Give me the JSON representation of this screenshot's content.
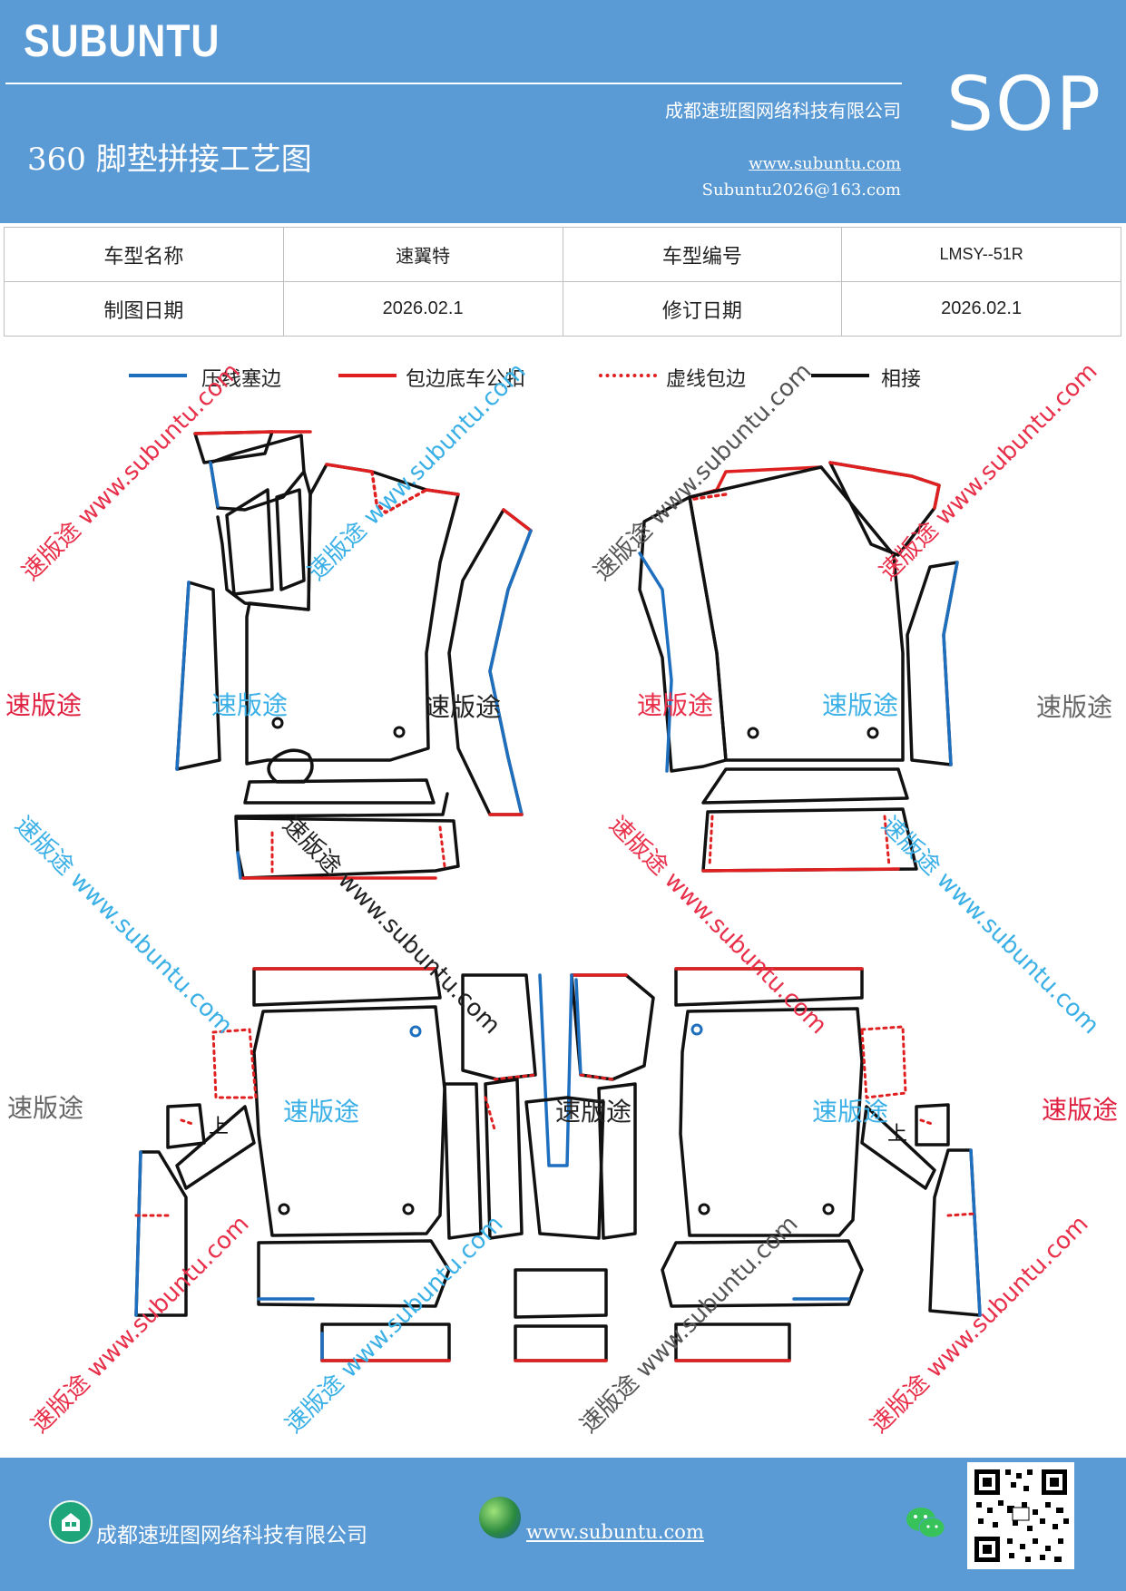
{
  "header": {
    "brand": "SUBUNTU",
    "company": "成都速班图网络科技有限公司",
    "title": "360 脚垫拼接工艺图",
    "url": "www.subuntu.com",
    "email": "Subuntu2026@163.com",
    "doc_type": "SOP"
  },
  "info_table": {
    "rows": [
      {
        "label1": "车型名称",
        "value1": "速翼特",
        "label2": "车型编号",
        "value2": "LMSY--51R"
      },
      {
        "label1": "制图日期",
        "value1": "2026.02.1",
        "label2": "修订日期",
        "value2": "2026.02.1"
      }
    ]
  },
  "legend": [
    {
      "label": "压线塞边",
      "color": "#1f6fbf",
      "style": "solid"
    },
    {
      "label": "包边底车公扣",
      "color": "#e02020",
      "style": "solid"
    },
    {
      "label": "虚线包边",
      "color": "#e02020",
      "style": "dotted"
    },
    {
      "label": "相接",
      "color": "#111111",
      "style": "solid"
    }
  ],
  "watermarks": {
    "brand_cn": "速版途",
    "diag": "速版途 www.subuntu.com",
    "url_diag": "www.subuntu.com"
  },
  "labels": {
    "up_marker": "上"
  },
  "colors": {
    "header_bg": "#5b9bd5",
    "blue_line": "#1f6fbf",
    "red_line": "#e02020",
    "black_line": "#111111",
    "wm_red": "#e8304a",
    "wm_blue": "#3ab0e6",
    "wm_gray": "#666666"
  },
  "footer": {
    "company": "成都速班图网络科技有限公司",
    "url": "www.subuntu.com",
    "icons": [
      "company-icon",
      "globe-icon",
      "wechat-icon",
      "qr-code"
    ]
  }
}
